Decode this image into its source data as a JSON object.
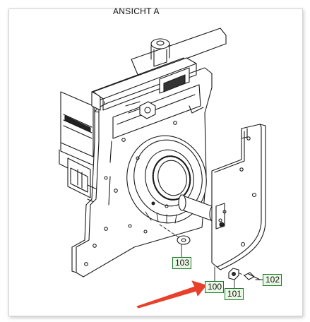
{
  "title": "ANSICHT  A",
  "callouts": {
    "c100": "100",
    "c101": "101",
    "c102": "102",
    "c103": "103"
  },
  "colors": {
    "line": "#1a1a1a",
    "callout_border": "#1d7a2c",
    "callout_fill": "#eaf7e4",
    "arrow": "#e8402a"
  }
}
